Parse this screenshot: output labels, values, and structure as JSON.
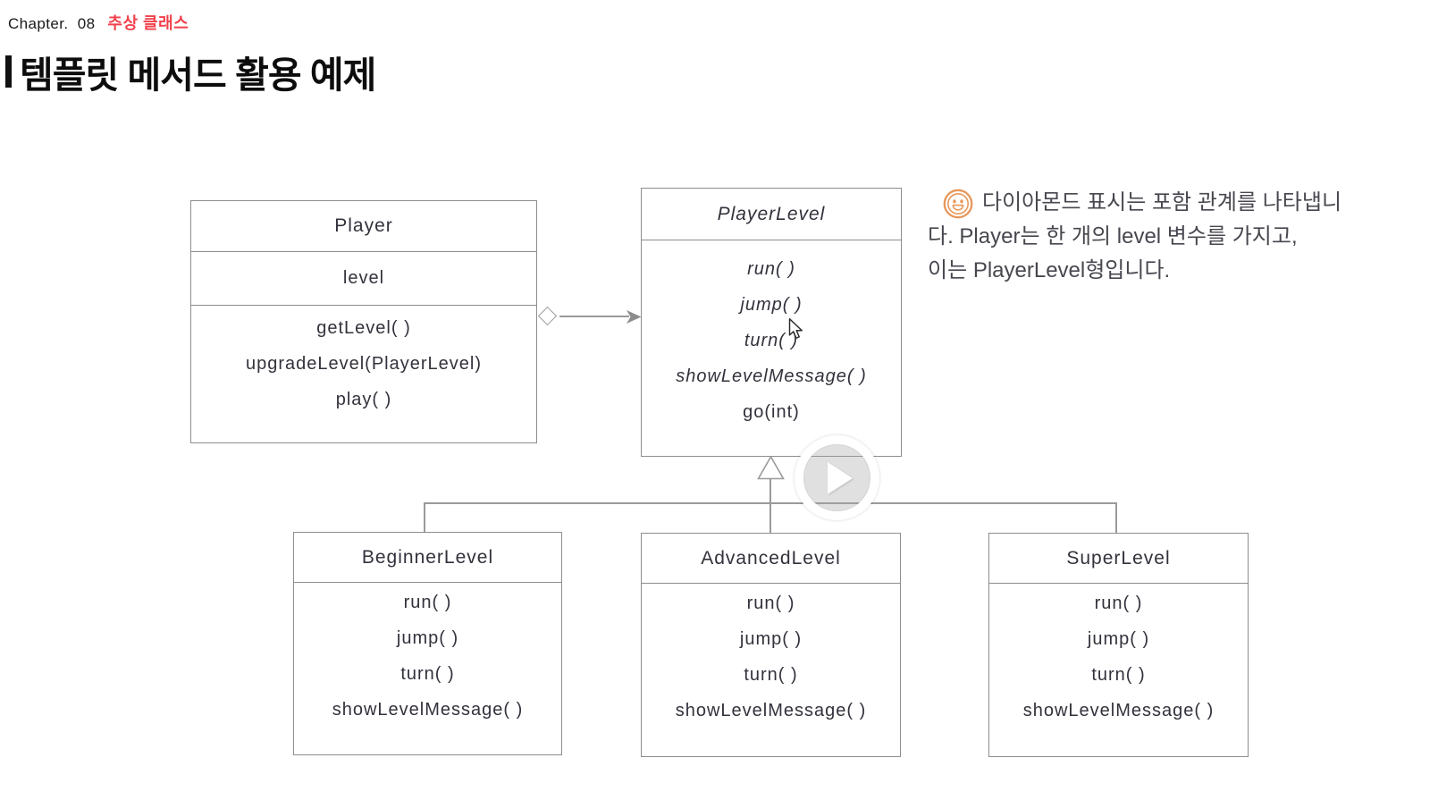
{
  "colors": {
    "accent_red": "#f1414c",
    "box_border": "#8d8d8d",
    "connector_gray": "#9a9a9a",
    "diagram_text": "#32323c",
    "annotation_text": "#47474f",
    "smiley_orange": "#e8975a"
  },
  "header": {
    "chapter_label": "Chapter.  08",
    "chapter_topic": "추상 클래스",
    "title": "템플릿 메서드 활용 예제"
  },
  "diagram": {
    "player": {
      "name": "Player",
      "attribute": "level",
      "methods": [
        "getLevel( )",
        "upgradeLevel(PlayerLevel)",
        "play( )"
      ]
    },
    "player_level": {
      "name": "PlayerLevel",
      "abstract_methods": [
        "run( )",
        "jump( )",
        "turn( )",
        "showLevelMessage( )"
      ],
      "concrete_method": "go(int)"
    },
    "subclasses": [
      {
        "name": "BeginnerLevel",
        "methods": [
          "run( )",
          "jump( )",
          "turn( )",
          "showLevelMessage( )"
        ]
      },
      {
        "name": "AdvancedLevel",
        "methods": [
          "run( )",
          "jump( )",
          "turn( )",
          "showLevelMessage( )"
        ]
      },
      {
        "name": "SuperLevel",
        "methods": [
          "run( )",
          "jump( )",
          "turn( )",
          "showLevelMessage( )"
        ]
      }
    ],
    "relationships": {
      "aggregation": "Player ◇→ PlayerLevel",
      "inheritance": "BeginnerLevel / AdvancedLevel / SuperLevel △ PlayerLevel"
    }
  },
  "annotation": {
    "line1": "다이아몬드 표시는 포함 관계를 나타냅니",
    "line2": "다. Player는 한 개의 level 변수를 가지고,",
    "line3": "이는 PlayerLevel형입니다."
  },
  "icons": {
    "smiley": "smiley-face-icon",
    "play": "play-icon",
    "cursor": "arrow-cursor-icon",
    "aggregation_diamond": "diamond-icon",
    "inheritance_triangle": "triangle-icon",
    "arrowhead": "arrowhead-icon"
  }
}
